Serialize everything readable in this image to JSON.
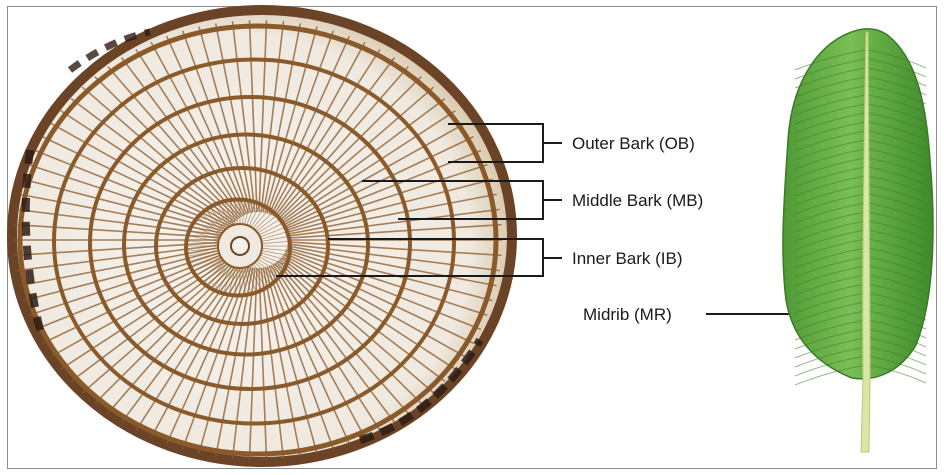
{
  "labels": {
    "outer_bark": "Outer Bark (OB)",
    "middle_bark": "Middle Bark (MB)",
    "inner_bark": "Inner Bark (IB)",
    "midrib": "Midrib (MR)"
  },
  "colors": {
    "frame": "#8c8c8c",
    "tissue_brown": "#8a5a2b",
    "tissue_dark": "#3b2416",
    "cell_white": "#f4f1ec",
    "leaf_green": "#5fa33c",
    "leaf_dark": "#3f7f28",
    "midrib": "#d8e6a6",
    "leader_line": "#1a1a1a"
  },
  "icons": {
    "stem": "banana-pseudostem-cross-section",
    "leaf": "banana-leaf"
  }
}
